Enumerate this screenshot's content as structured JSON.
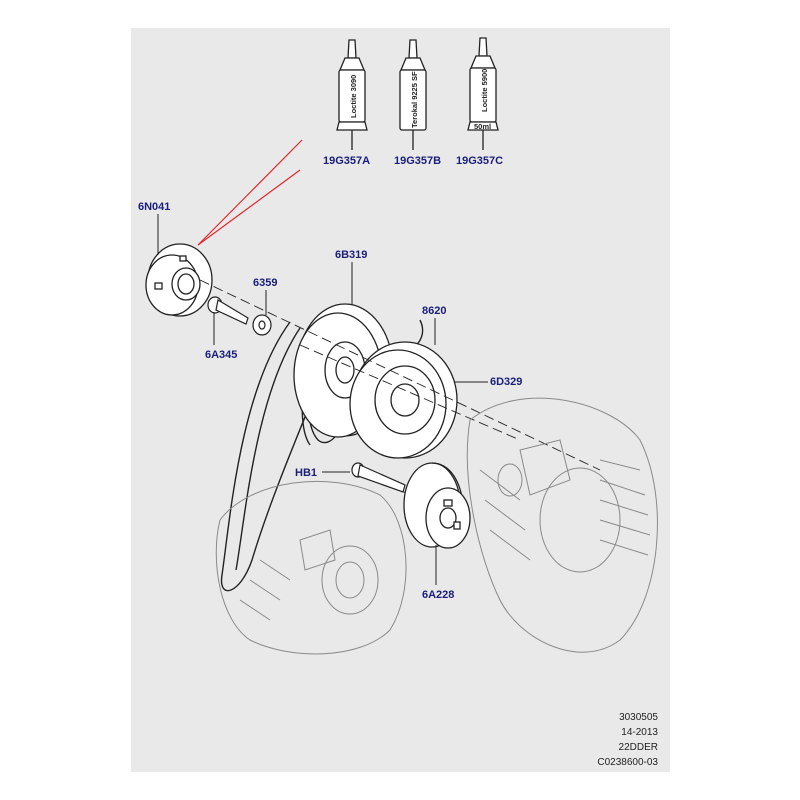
{
  "sealants": [
    {
      "product": "Loctite 3090",
      "part": "19G357A"
    },
    {
      "product": "Terokal 9225 SF",
      "part": "19G357B"
    },
    {
      "product": "Loctite 5900",
      "part": "19G357C",
      "volume": "50ml"
    }
  ],
  "callouts": {
    "damper": "6N041",
    "bolt": "6A345",
    "washer": "6359",
    "pulley": "6B319",
    "belt": "8620",
    "idler": "6D329",
    "hb": "HB1",
    "tensioner": "6A228"
  },
  "reference": {
    "code": "3030505",
    "date": "14-2013",
    "engine": "22DDER",
    "drawing": "C0238600-03"
  },
  "colors": {
    "background": "#e9e9e9",
    "callout_text": "#1a1e7a",
    "highlight_line": "#e0282e",
    "line_art": "#2a2a2a"
  }
}
